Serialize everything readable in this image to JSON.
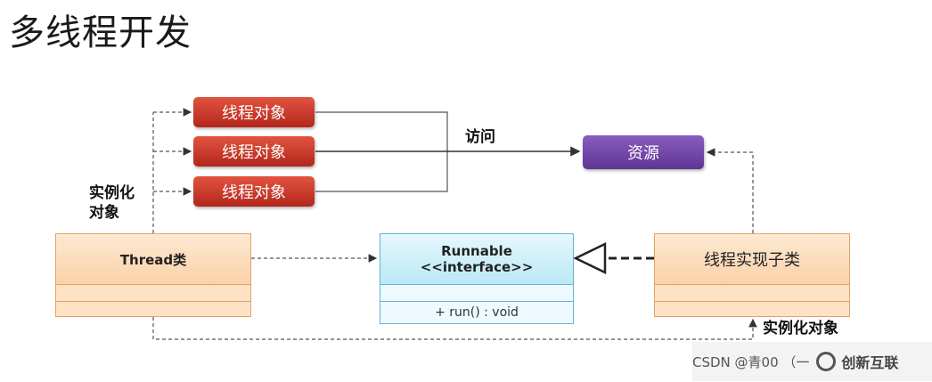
{
  "title": "多线程开发",
  "thread_objects": [
    "线程对象",
    "线程对象",
    "线程对象"
  ],
  "resource": "资源",
  "access_label": "访问",
  "instantiate_left": [
    "实例化",
    "对象"
  ],
  "thread_class": "Thread类",
  "runnable": {
    "name": "Runnable",
    "stereotype": "<<interface>>",
    "method": "+ run() : void"
  },
  "impl_class": "线程实现子类",
  "instantiate_bottom": "实例化对象",
  "watermark": {
    "text": "CSDN @青00 （一",
    "brand": "创新互联",
    "brand_icon": "cx-logo-icon"
  },
  "colors": {
    "thread_object": "#c8362a",
    "resource": "#6d3fa6",
    "class_orange": "#f9c48f",
    "interface_cyan": "#9adcf0"
  }
}
